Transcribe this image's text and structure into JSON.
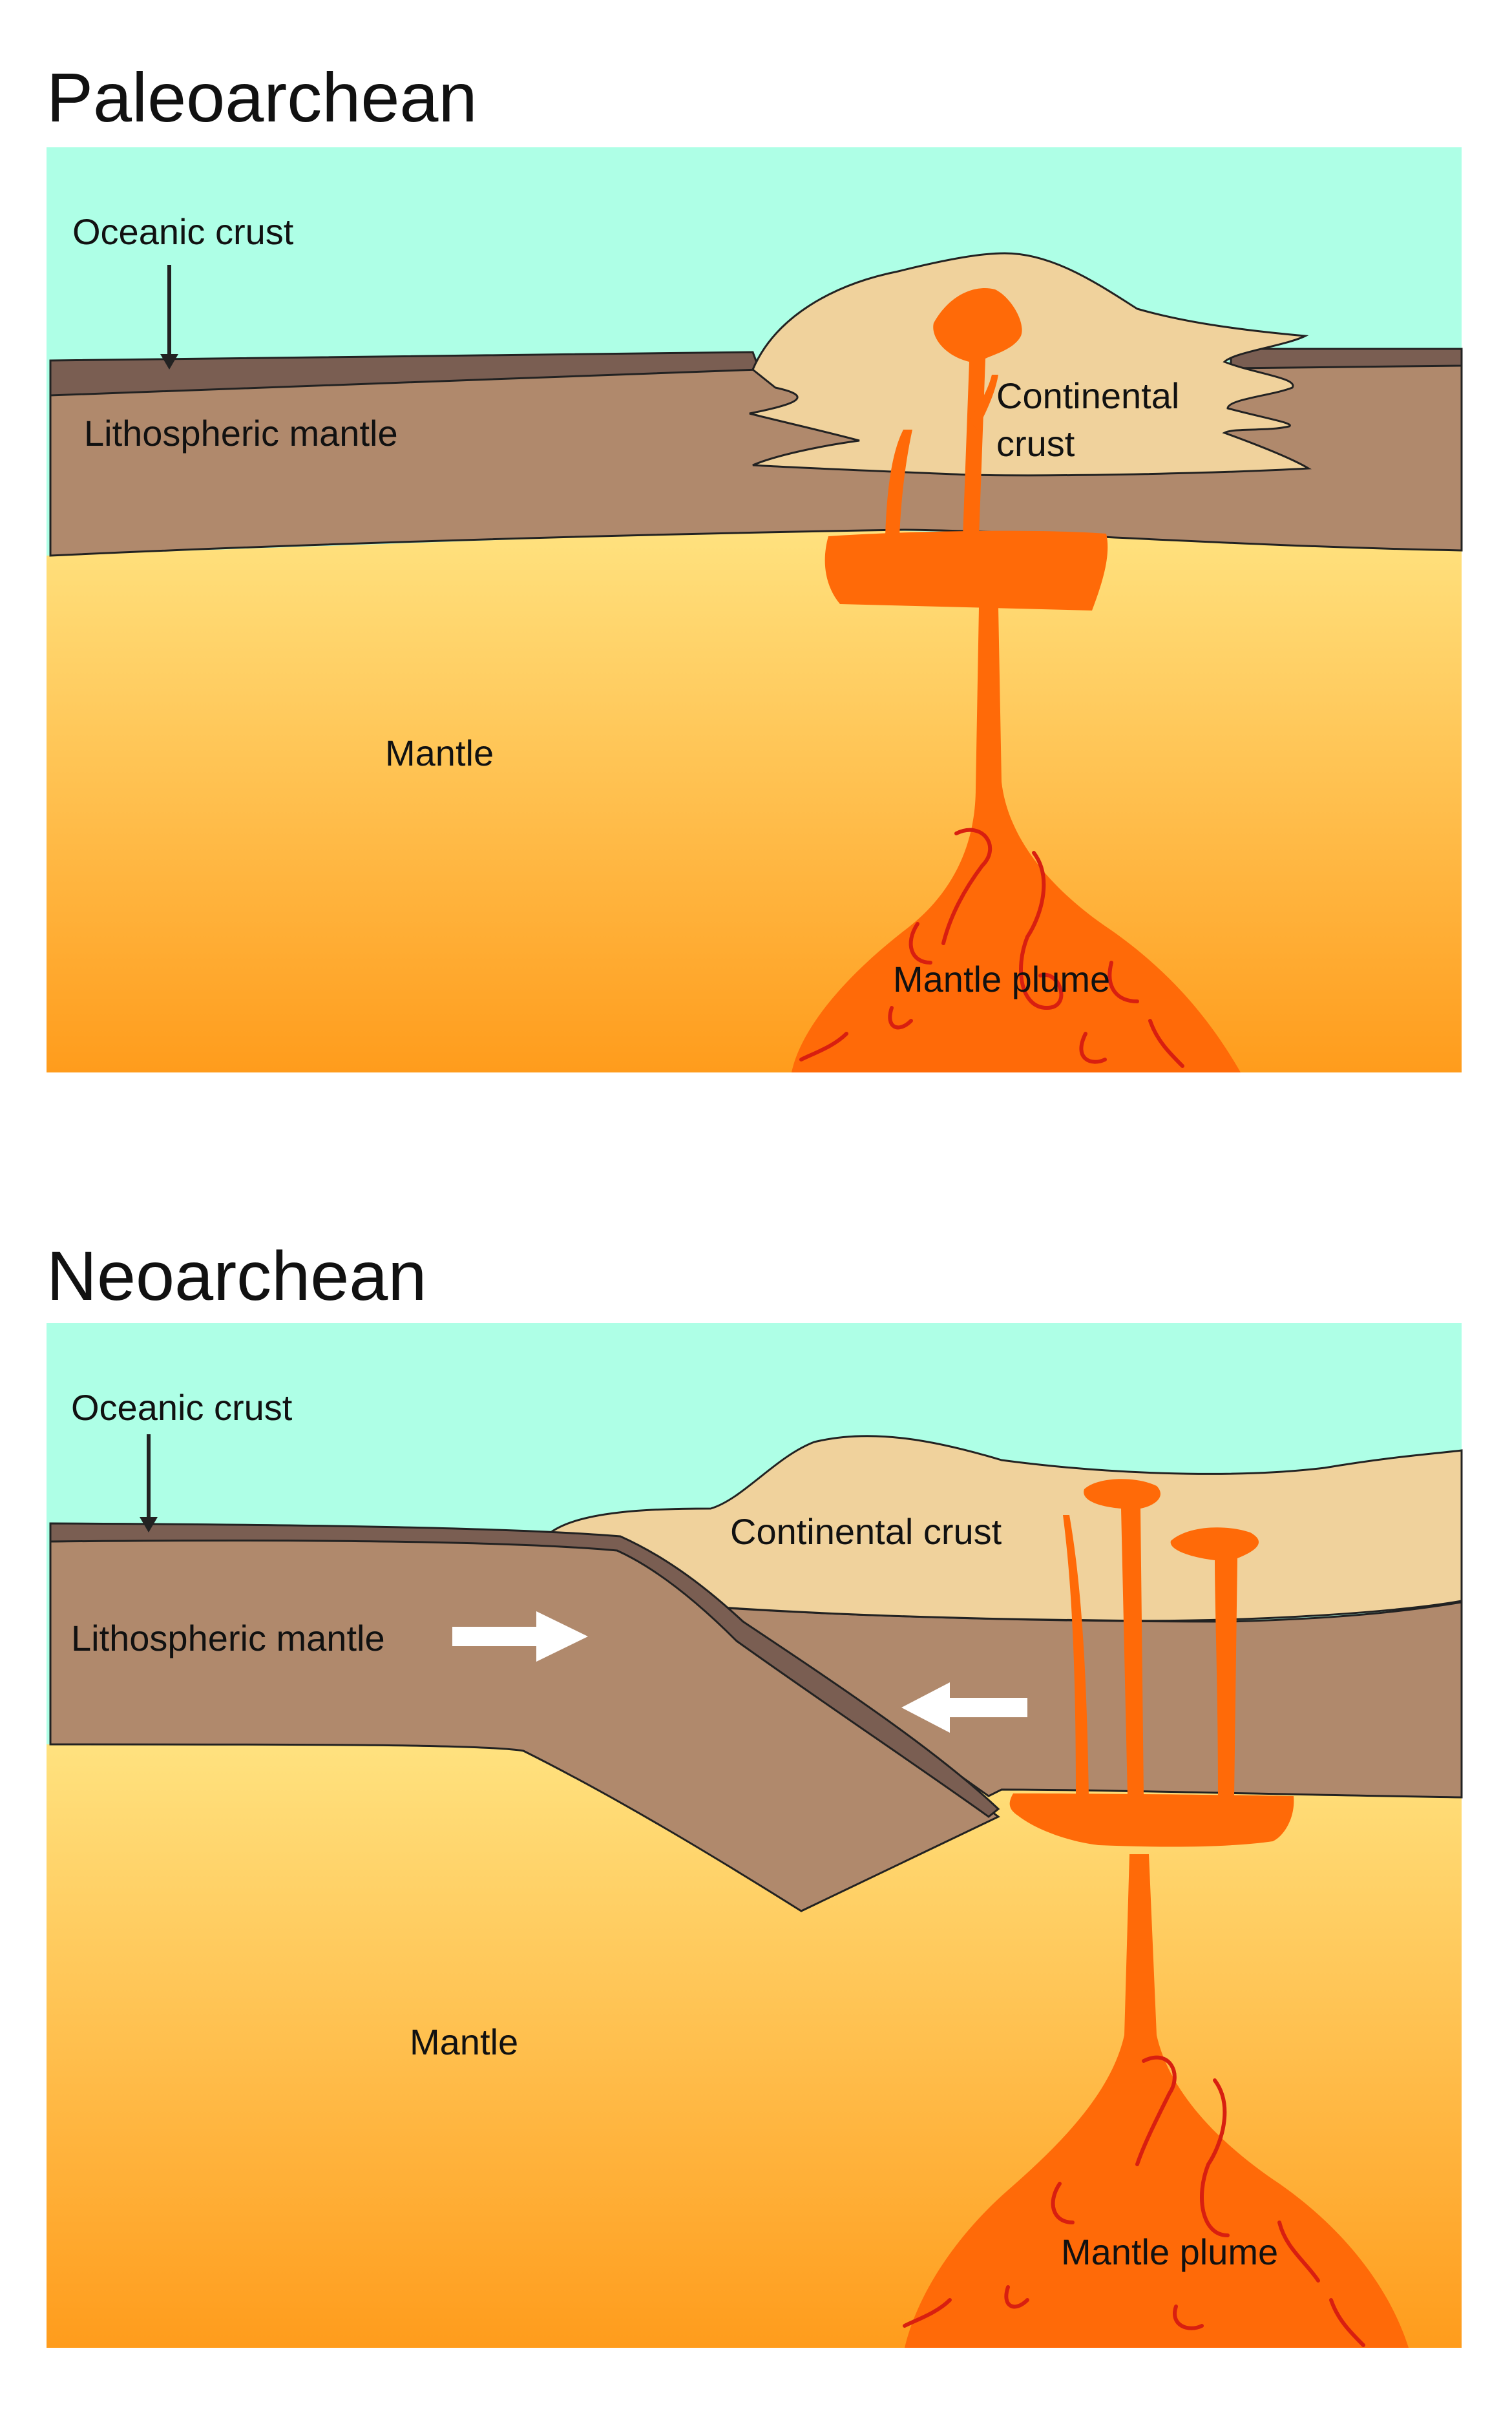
{
  "colors": {
    "ocean": "#aeffe6",
    "oceanic_crust": "#7a5e52",
    "lithospheric_mantle": "#b0896c",
    "continental_crust": "#f0d29c",
    "mantle_top": "#ffe27f",
    "mantle_bottom": "#ff9c1c",
    "plume": "#ff6a08",
    "plume_streak": "#d81f10",
    "arrow": "#ffffff",
    "outline": "#222222"
  },
  "panels": [
    {
      "title": "Paleoarchean",
      "labels": {
        "oceanic_crust": "Oceanic crust",
        "lithospheric_mantle": "Lithospheric mantle",
        "continental_crust": [
          "Continental",
          "crust"
        ],
        "mantle": "Mantle",
        "mantle_plume": "Mantle plume"
      }
    },
    {
      "title": "Neoarchean",
      "labels": {
        "oceanic_crust": "Oceanic crust",
        "lithospheric_mantle": "Lithospheric mantle",
        "continental_crust": "Continental crust",
        "mantle": "Mantle",
        "mantle_plume": "Mantle plume"
      }
    }
  ]
}
